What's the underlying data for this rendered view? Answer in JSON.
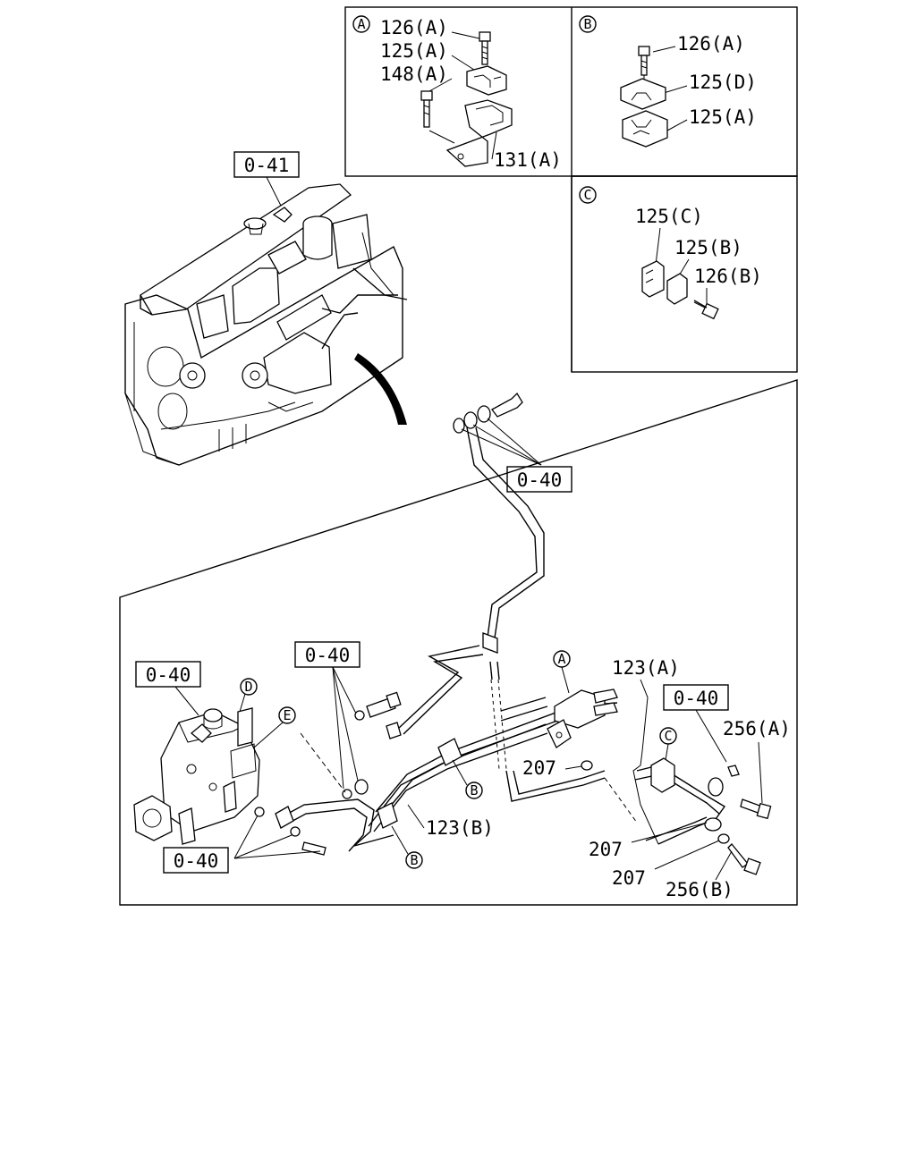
{
  "insets": {
    "A": {
      "tag": "A",
      "labels": [
        "126(A)",
        "125(A)",
        "148(A)",
        "131(A)"
      ]
    },
    "B": {
      "tag": "B",
      "labels": [
        "126(A)",
        "125(D)",
        "125(A)"
      ]
    },
    "C": {
      "tag": "C",
      "labels": [
        "125(C)",
        "125(B)",
        "126(B)"
      ]
    }
  },
  "engine": {
    "ref": "0-41"
  },
  "main": {
    "refs": [
      "0-40",
      "0-40",
      "0-40",
      "0-40",
      "0-40"
    ],
    "markers": [
      "D",
      "E",
      "A",
      "C",
      "B",
      "B"
    ],
    "labels": [
      "123(A)",
      "256(A)",
      "207",
      "123(B)",
      "207",
      "207",
      "256(B)"
    ]
  }
}
